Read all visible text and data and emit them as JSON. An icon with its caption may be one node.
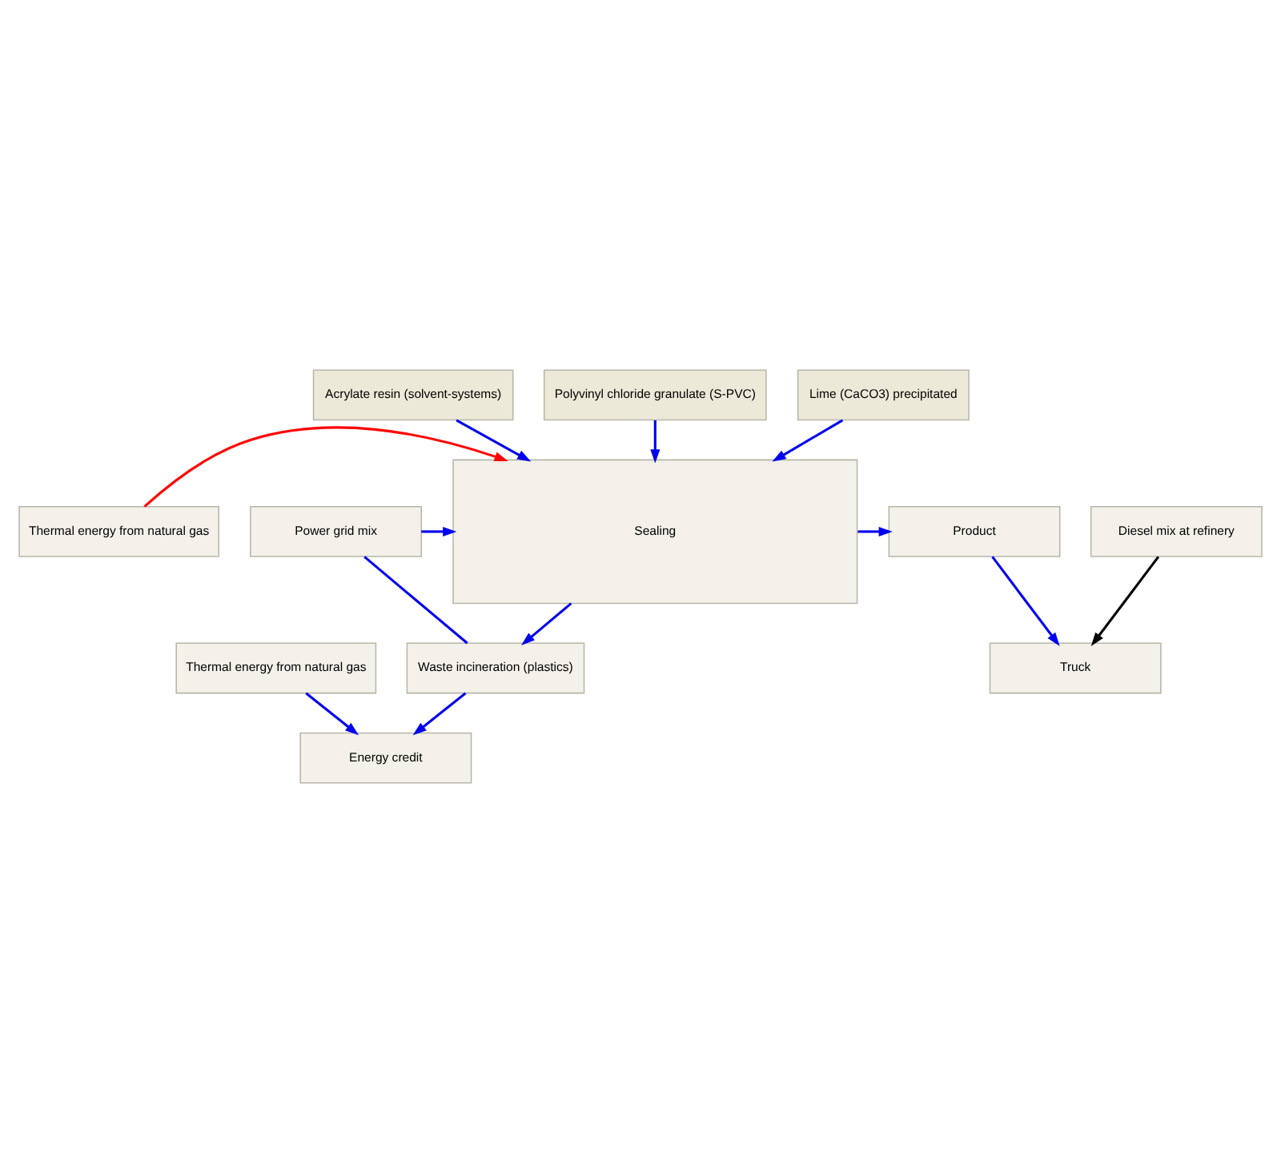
{
  "diagram": {
    "nodes": [
      {
        "text": [
          "Acrylate resin (solvent-systems)"
        ]
      },
      {
        "text": [
          "Polyvinyl chloride granulate (S-PVC)"
        ]
      },
      {
        "text": [
          "Lime (CaCO3) precipitated"
        ]
      },
      {
        "text": [
          "Sealing"
        ]
      },
      {
        "text": [
          "Product"
        ]
      },
      {
        "text": [
          "Thermal energy from natural gas"
        ]
      },
      {
        "text": [
          "Truck"
        ]
      },
      {
        "text": [
          "Power grid mix"
        ]
      },
      {
        "text": [
          "Diesel mix at refinery"
        ]
      },
      {
        "text": [
          "Waste incineration (plastics)"
        ]
      },
      {
        "text": [
          "Energy credit"
        ]
      },
      {
        "text": [
          "Thermal energy from natural gas"
        ]
      }
    ],
    "edges": [
      {
        "from": 0,
        "to": 3,
        "arrow": "to"
      },
      {
        "from": 1,
        "to": 3,
        "arrow": "to"
      },
      {
        "from": 2,
        "to": 3,
        "arrow": "to"
      },
      {
        "from": 5,
        "to": 3,
        "arrow": "to",
        "color": "#ff0000"
      },
      {
        "from": 7,
        "to": 3,
        "arrow": "to"
      },
      {
        "from": 7,
        "to": 9,
        "arrow": "none"
      },
      {
        "from": 3,
        "to": 4,
        "arrow": "to"
      },
      {
        "from": 4,
        "to": 6,
        "arrow": "to"
      },
      {
        "from": 8,
        "to": 6,
        "arrow": "to",
        "color": "#000000"
      },
      {
        "from": 3,
        "to": 9,
        "arrow": "to"
      },
      {
        "from": 9,
        "to": 10,
        "arrow": "to"
      },
      {
        "from": 11,
        "to": 10,
        "arrow": "to"
      }
    ]
  }
}
